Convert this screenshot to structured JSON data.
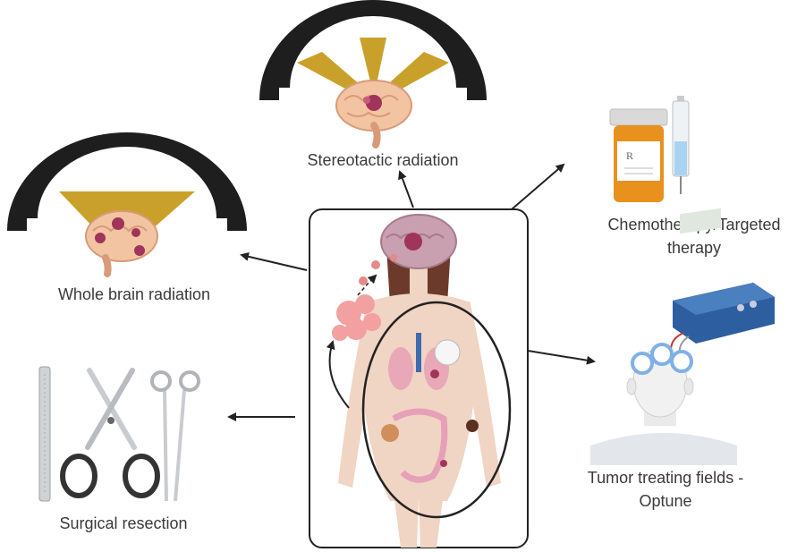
{
  "treatments": {
    "stereotactic": "Stereotactic radiation",
    "chemo_line1": "Chemotherapy/Targeted",
    "chemo_line2": "therapy",
    "whole_brain": "Whole brain radiation",
    "ttf_line1": "Tumor treating fields -",
    "ttf_line2": "Optune",
    "surgical": "Surgical resection"
  },
  "colors": {
    "arc": "#1e1e1e",
    "beam": "#c9a12a",
    "brain": "#f2c4a2",
    "tumor": "#a0345a",
    "skin": "#f0d4c4",
    "hair": "#6b3a2a",
    "pill_bottle": "#e8911f",
    "device": "#2d5fa0",
    "electrode": "#7fb0e8",
    "arrow": "#222222"
  },
  "icons": {
    "stereotactic": "stereotactic-radiation-icon",
    "whole_brain": "whole-brain-radiation-icon",
    "chemo": "pill-bottle-syringe-icon",
    "ttf": "tumor-treating-fields-device-icon",
    "surgery": "surgical-instruments-icon",
    "body": "human-body-metastasis-icon"
  }
}
